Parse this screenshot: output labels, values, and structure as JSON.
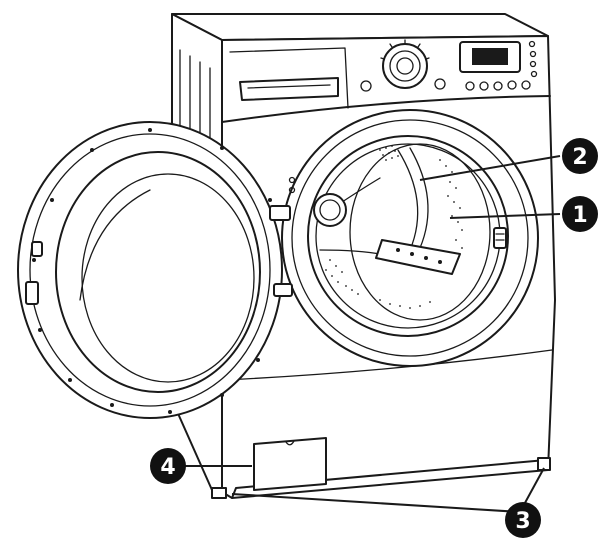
{
  "callouts": [
    {
      "id": "c1",
      "label": "1"
    },
    {
      "id": "c2",
      "label": "2"
    },
    {
      "id": "c3",
      "label": "3"
    },
    {
      "id": "c4",
      "label": "4"
    }
  ],
  "colors": {
    "line": "#1a1a1a",
    "callout_fill": "#111111",
    "callout_text": "#ffffff",
    "background": "#ffffff"
  }
}
